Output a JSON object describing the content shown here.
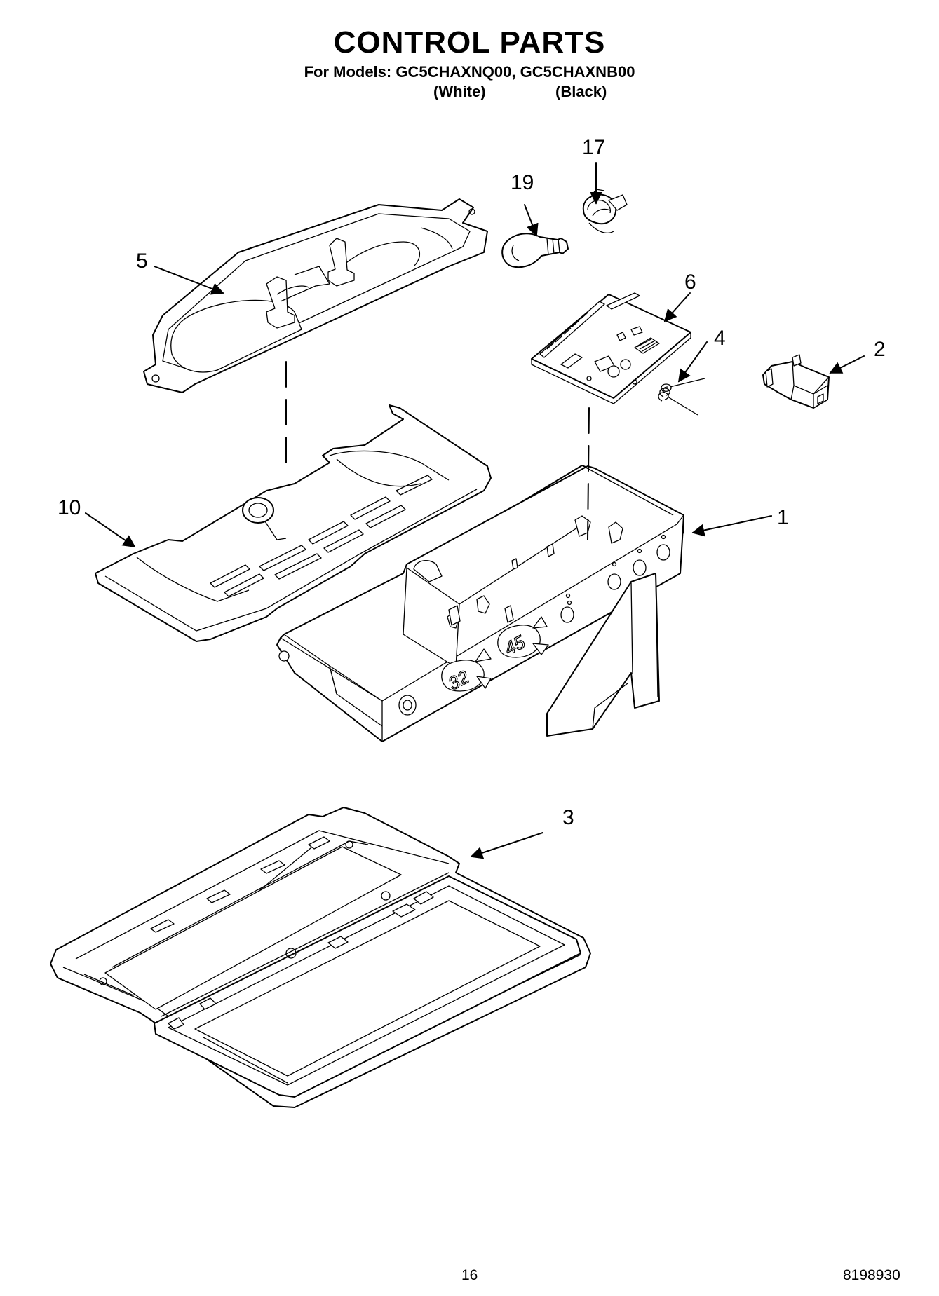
{
  "header": {
    "title": "CONTROL PARTS",
    "models_line": "For Models: GC5CHAXNQ00, GC5CHAXNB00",
    "variant_white": "(White)",
    "variant_black": "(Black)"
  },
  "callouts": {
    "c1": "1",
    "c2": "2",
    "c3": "3",
    "c4": "4",
    "c5": "5",
    "c6": "6",
    "c10": "10",
    "c17": "17",
    "c19": "19"
  },
  "display": {
    "left_readout": "32",
    "right_readout": "45"
  },
  "footer": {
    "page_number": "16",
    "doc_number": "8198930"
  },
  "colors": {
    "line": "#000000",
    "background": "#ffffff"
  }
}
